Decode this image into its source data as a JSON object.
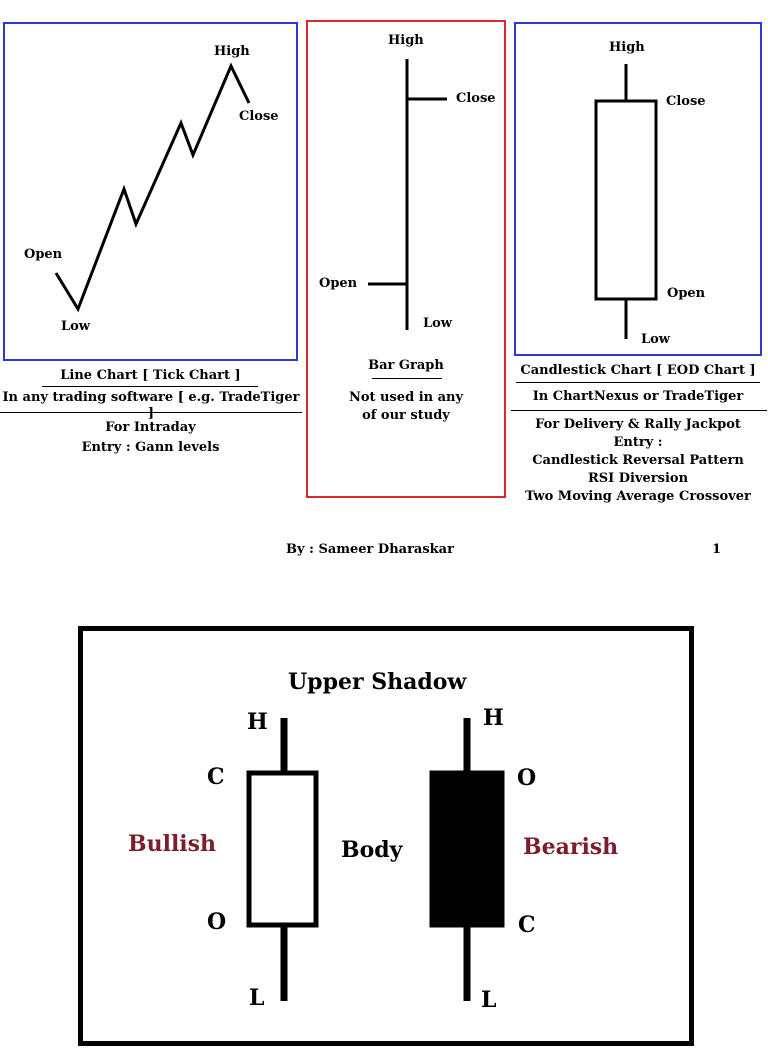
{
  "line_chart": {
    "labels": {
      "high": "High",
      "close": "Close",
      "open": "Open",
      "low": "Low"
    },
    "title": "Line Chart [ Tick Chart ]",
    "software": "In any trading software [ e.g. TradeTiger ]",
    "use": "For Intraday",
    "entry": "Entry : Gann levels",
    "border_color": "#2a3bd4"
  },
  "bar_graph": {
    "labels": {
      "high": "High",
      "close": "Close",
      "open": "Open",
      "low": "Low"
    },
    "title": "Bar Graph",
    "note_line1": "Not used in any",
    "note_line2": "of our study",
    "border_color": "#e0262a"
  },
  "candlestick_chart": {
    "labels": {
      "high": "High",
      "close": "Close",
      "open": "Open",
      "low": "Low"
    },
    "title": "Candlestick Chart [ EOD Chart ]",
    "software": "In ChartNexus or TradeTiger",
    "use": "For Delivery & Rally Jackpot",
    "entry": "Entry :",
    "strategies": [
      "Candlestick Reversal Pattern",
      "RSI Diversion",
      "Two Moving Average Crossover"
    ],
    "border_color": "#2a3bd4"
  },
  "footer": {
    "author": "By : Sameer Dharaskar",
    "page_number": "1"
  },
  "candle_diagram": {
    "upper_shadow": "Upper Shadow",
    "body": "Body",
    "bullish": "Bullish",
    "bearish": "Bearish",
    "bullish_labels": {
      "h": "H",
      "c": "C",
      "o": "O",
      "l": "L"
    },
    "bearish_labels": {
      "h": "H",
      "o": "O",
      "c": "C",
      "l": "L"
    },
    "accent_color": "#7a1f2b"
  }
}
